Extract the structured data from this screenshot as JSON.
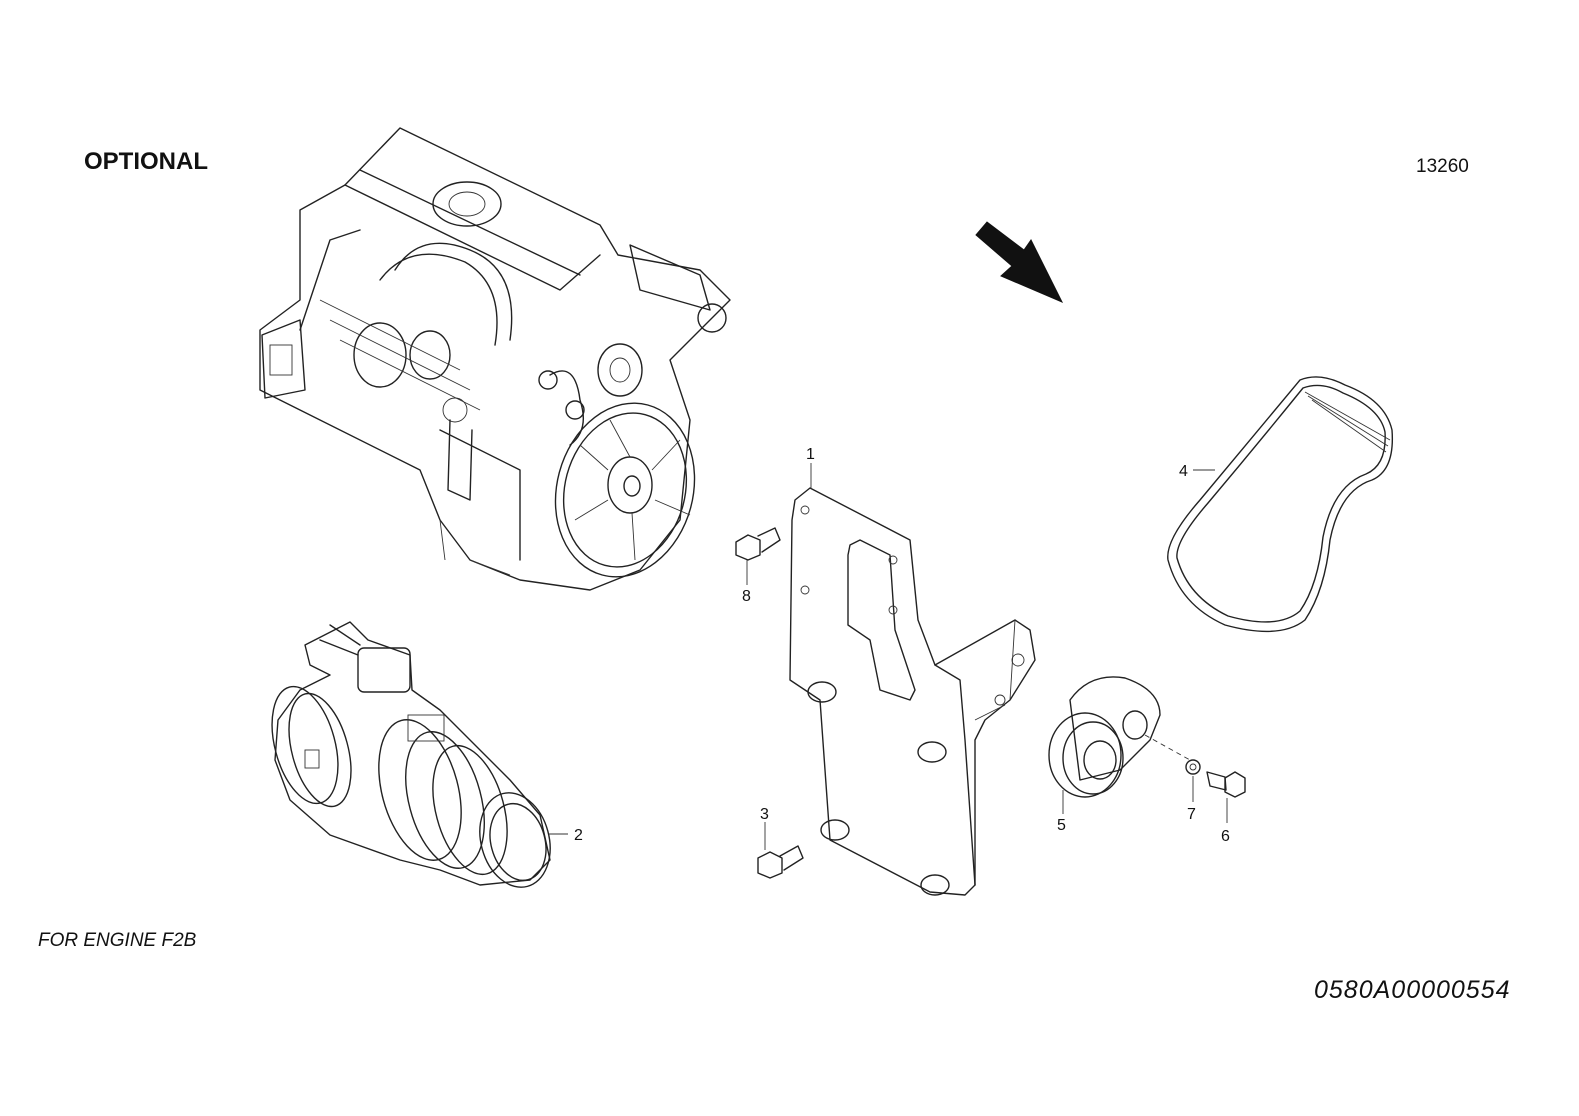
{
  "header": {
    "label": "OPTIONAL",
    "sheet_number": "13260"
  },
  "footer": {
    "engine_note": "FOR ENGINE F2B",
    "drawing_code": "0580A00000554"
  },
  "callouts": [
    {
      "number": "1"
    },
    {
      "number": "2"
    },
    {
      "number": "3"
    },
    {
      "number": "4"
    },
    {
      "number": "5"
    },
    {
      "number": "6"
    },
    {
      "number": "7"
    },
    {
      "number": "8"
    }
  ]
}
